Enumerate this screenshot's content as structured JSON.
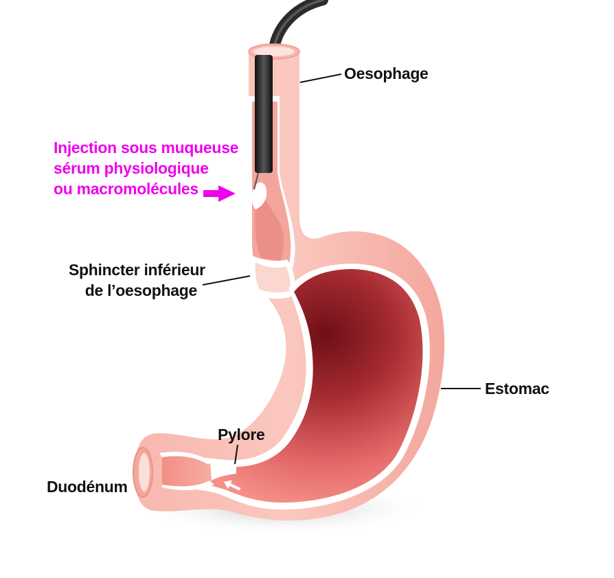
{
  "labels": {
    "oesophage": "Oesophage",
    "injection": [
      "Injection sous muqueuse",
      "sérum physiologique",
      "ou macromolécules"
    ],
    "sphincter": [
      "Sphincter inférieur",
      "de l’oesophage"
    ],
    "estomac": "Estomac",
    "pylore": "Pylore",
    "duodenum": "Duodénum"
  },
  "colors": {
    "text": "#111111",
    "injection_text": "#ee00ee",
    "injection_arrow": "#ee00ee",
    "outer_wall": "#f6b3aa",
    "inner_lumen_dark": "#8c1c24",
    "inner_lumen_light": "#f07a78",
    "mucosa_border": "#ffffff",
    "endoscope": "#2b2b2b"
  },
  "icons": {
    "injection_arrow": "right-arrow",
    "pylorus_flow_arrow": "up-left-arrow"
  }
}
